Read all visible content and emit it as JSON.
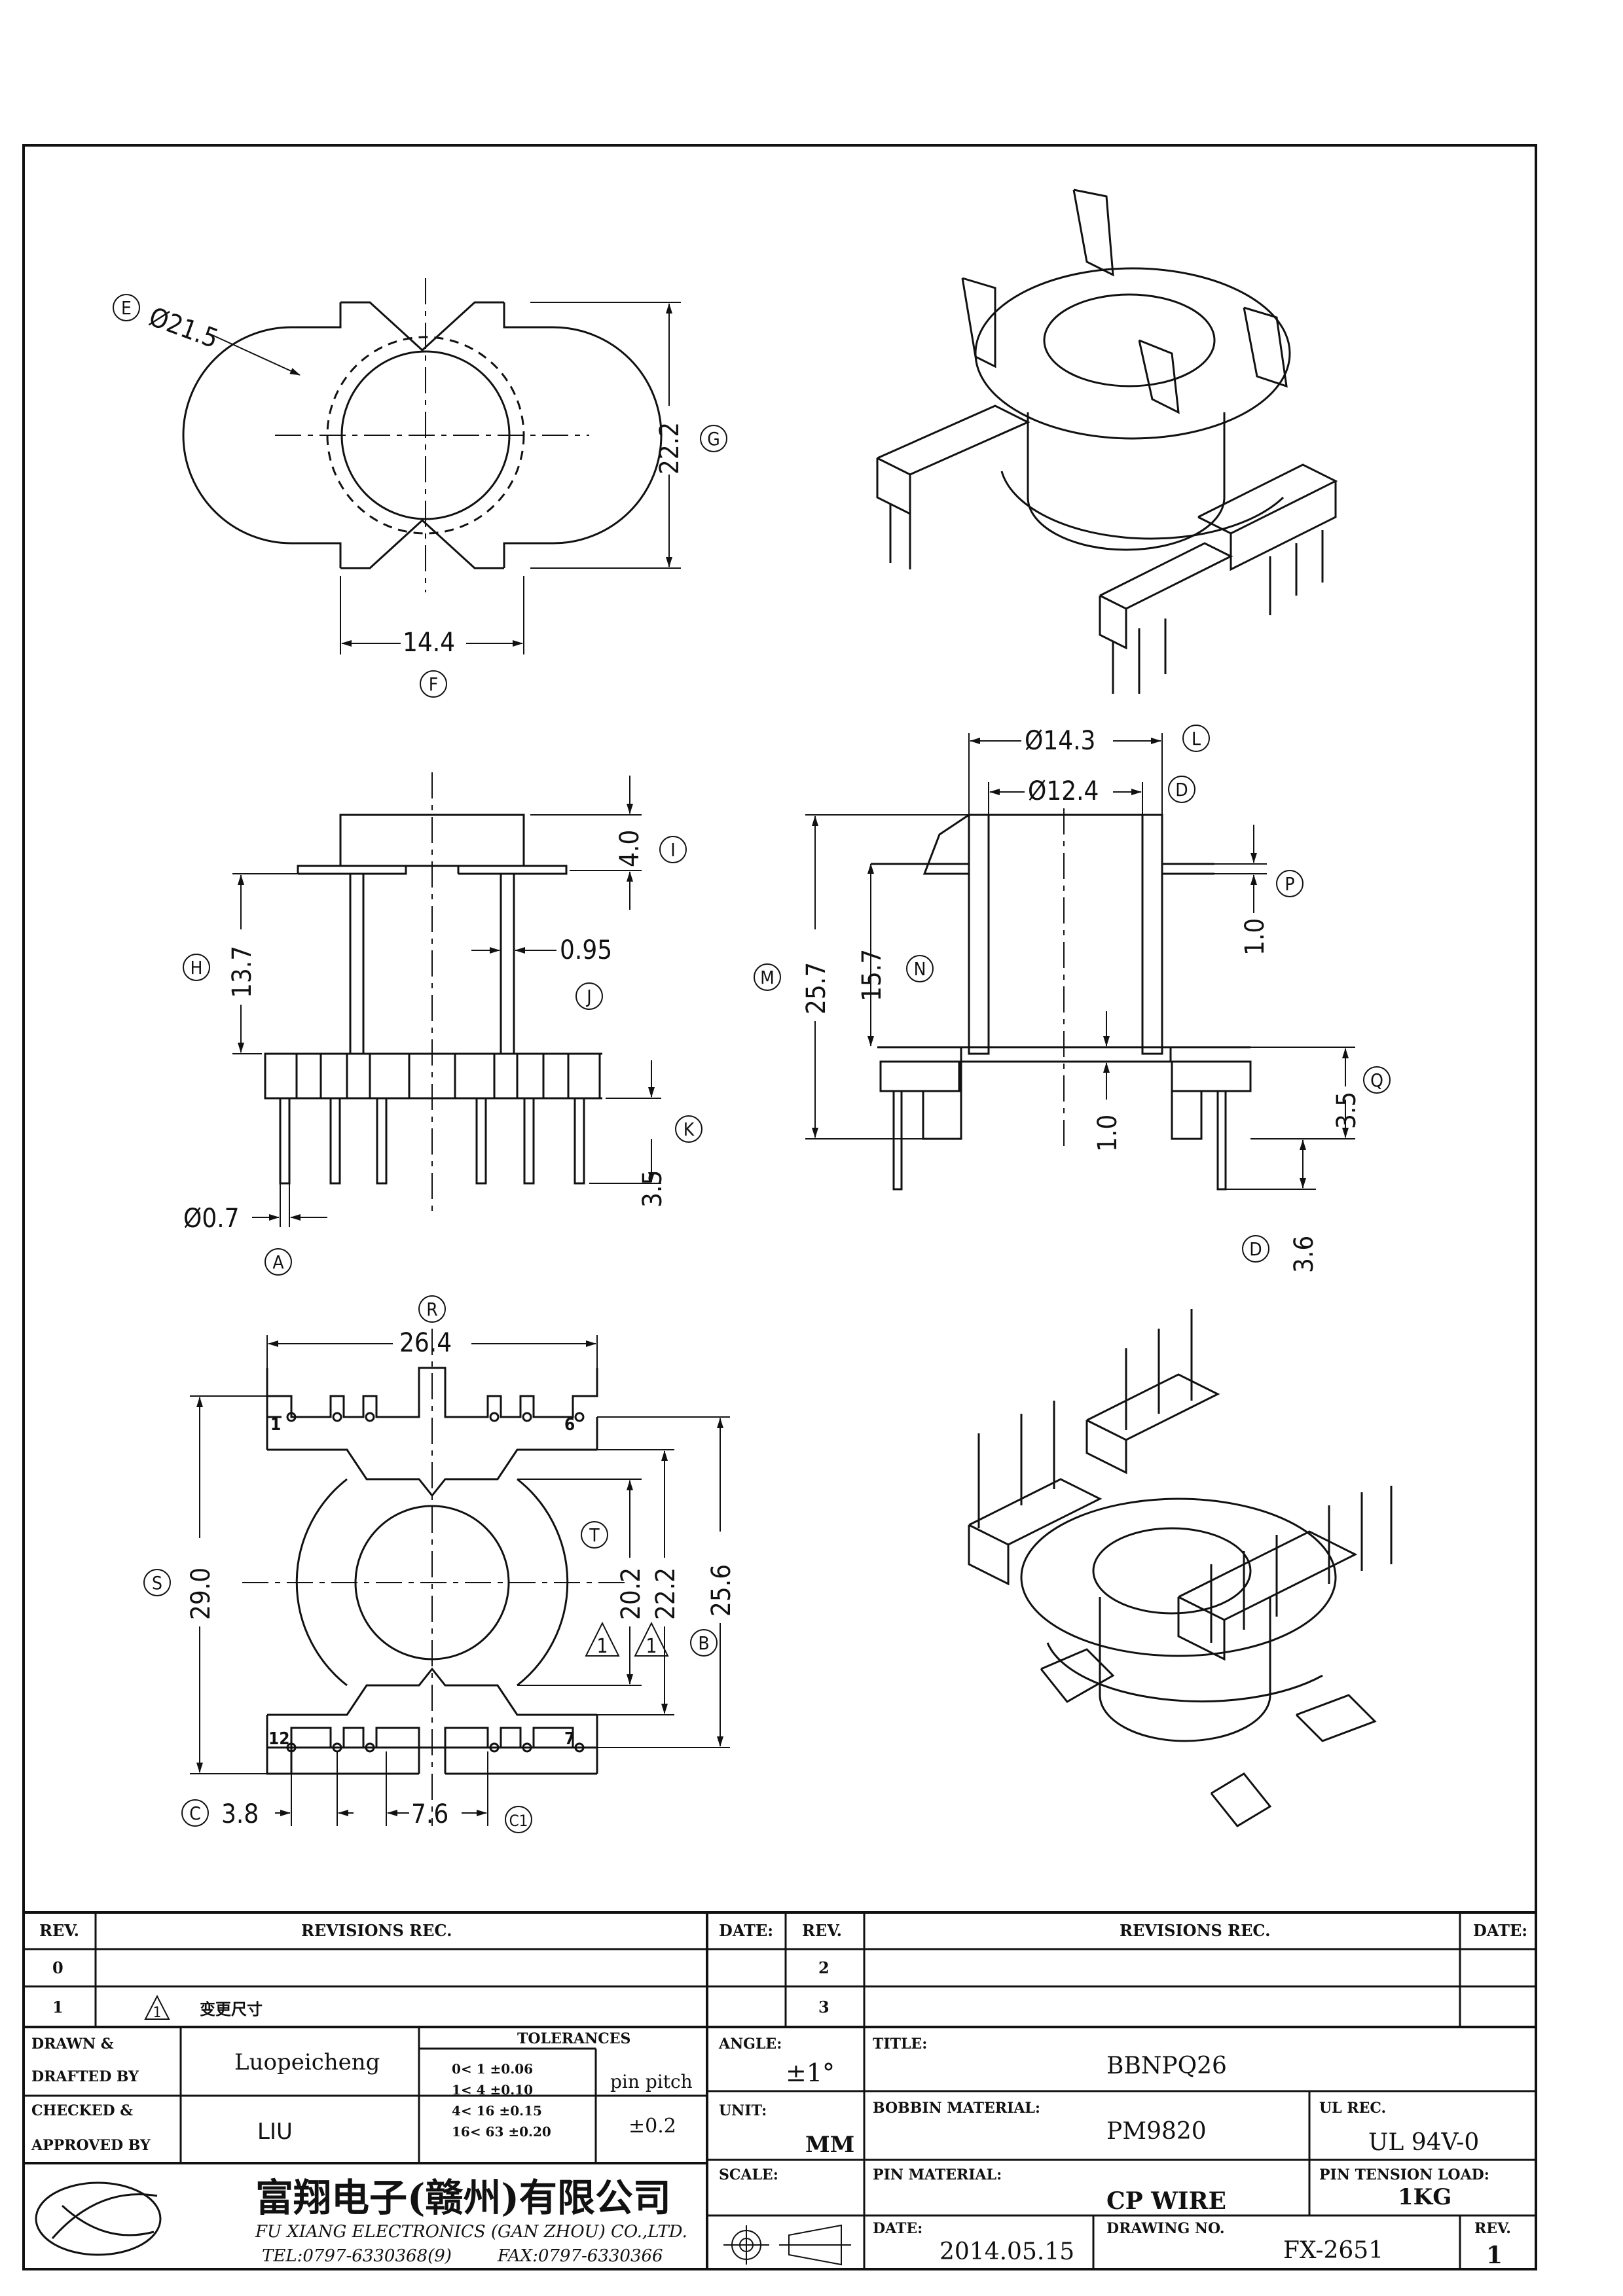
{
  "dimensions": {
    "E": "Ø21.5",
    "F": "14.4",
    "G": "22.2",
    "I": "4.0",
    "H": "13.7",
    "J": "0.95",
    "K": "3.5",
    "A": "Ø0.7",
    "L": "Ø14.3",
    "D": "Ø12.4",
    "P": "1.0",
    "M": "25.7",
    "N": "15.7",
    "base_thk": "1.0",
    "Q": "3.5",
    "D_pin": "3.6",
    "R": "26.4",
    "S": "29.0",
    "T": "20.2",
    "T2": "22.2",
    "B": "25.6",
    "C": "3.8",
    "C1": "7.6"
  },
  "markers": {
    "A": "A",
    "B": "B",
    "C": "C",
    "C1": "C1",
    "D": "D",
    "E": "E",
    "F": "F",
    "G": "G",
    "H": "H",
    "I": "I",
    "J": "J",
    "K": "K",
    "L": "L",
    "M": "M",
    "N": "N",
    "P": "P",
    "Q": "Q",
    "R": "R",
    "S": "S",
    "T": "T"
  },
  "pins": {
    "p1": "1",
    "p6": "6",
    "p12": "12",
    "p7": "7"
  },
  "rev_flag": "1",
  "titleblock": {
    "rev_hdr": "REV.",
    "revisions_hdr": "REVISIONS  REC.",
    "date_hdr": "DATE:",
    "rev_rows_left": [
      "0",
      "1"
    ],
    "rev_rows_right": [
      "2",
      "3"
    ],
    "rev1_note": "变更尺寸",
    "drawn_label1": "DRAWN &",
    "drawn_label2": "DRAFTED BY",
    "drawn_value": "Luopeicheng",
    "checked_label1": "CHECKED &",
    "checked_label2": "APPROVED BY",
    "checked_value": "LIU",
    "tolerances_hdr": "TOLERANCES",
    "tol_rows": [
      "0<  1  ±0.06",
      "1<  4  ±0.10",
      "4<  16 ±0.15",
      "16<  63 ±0.20"
    ],
    "pin_pitch_label": "pin pitch",
    "pin_pitch_value": "±0.2",
    "angle_label": "ANGLE:",
    "angle_value": "±1°",
    "unit_label": "UNIT:",
    "unit_value": "MM",
    "scale_label": "SCALE:",
    "title_label": "TITLE:",
    "title_value": "BBNPQ26",
    "bobbin_label": "BOBBIN MATERIAL:",
    "bobbin_value": "PM9820",
    "ul_label": "UL REC.",
    "ul_value": "UL 94V-0",
    "pinmat_label": "PIN MATERIAL:",
    "pinmat_value": "CP WIRE",
    "tension_label": "PIN TENSION LOAD:",
    "tension_value": "1KG",
    "date_label": "DATE:",
    "date_value": "2014.05.15",
    "drawing_label": "DRAWING NO.",
    "drawing_value": "FX-2651",
    "rev_label": "REV.",
    "rev_value": "1",
    "company_cn": "富翔电子(赣州)有限公司",
    "company_en": "FU XIANG ELECTRONICS (GAN ZHOU) CO.,LTD.",
    "tel": "TEL:0797-6330368(9)",
    "fax": "FAX:0797-6330366"
  }
}
